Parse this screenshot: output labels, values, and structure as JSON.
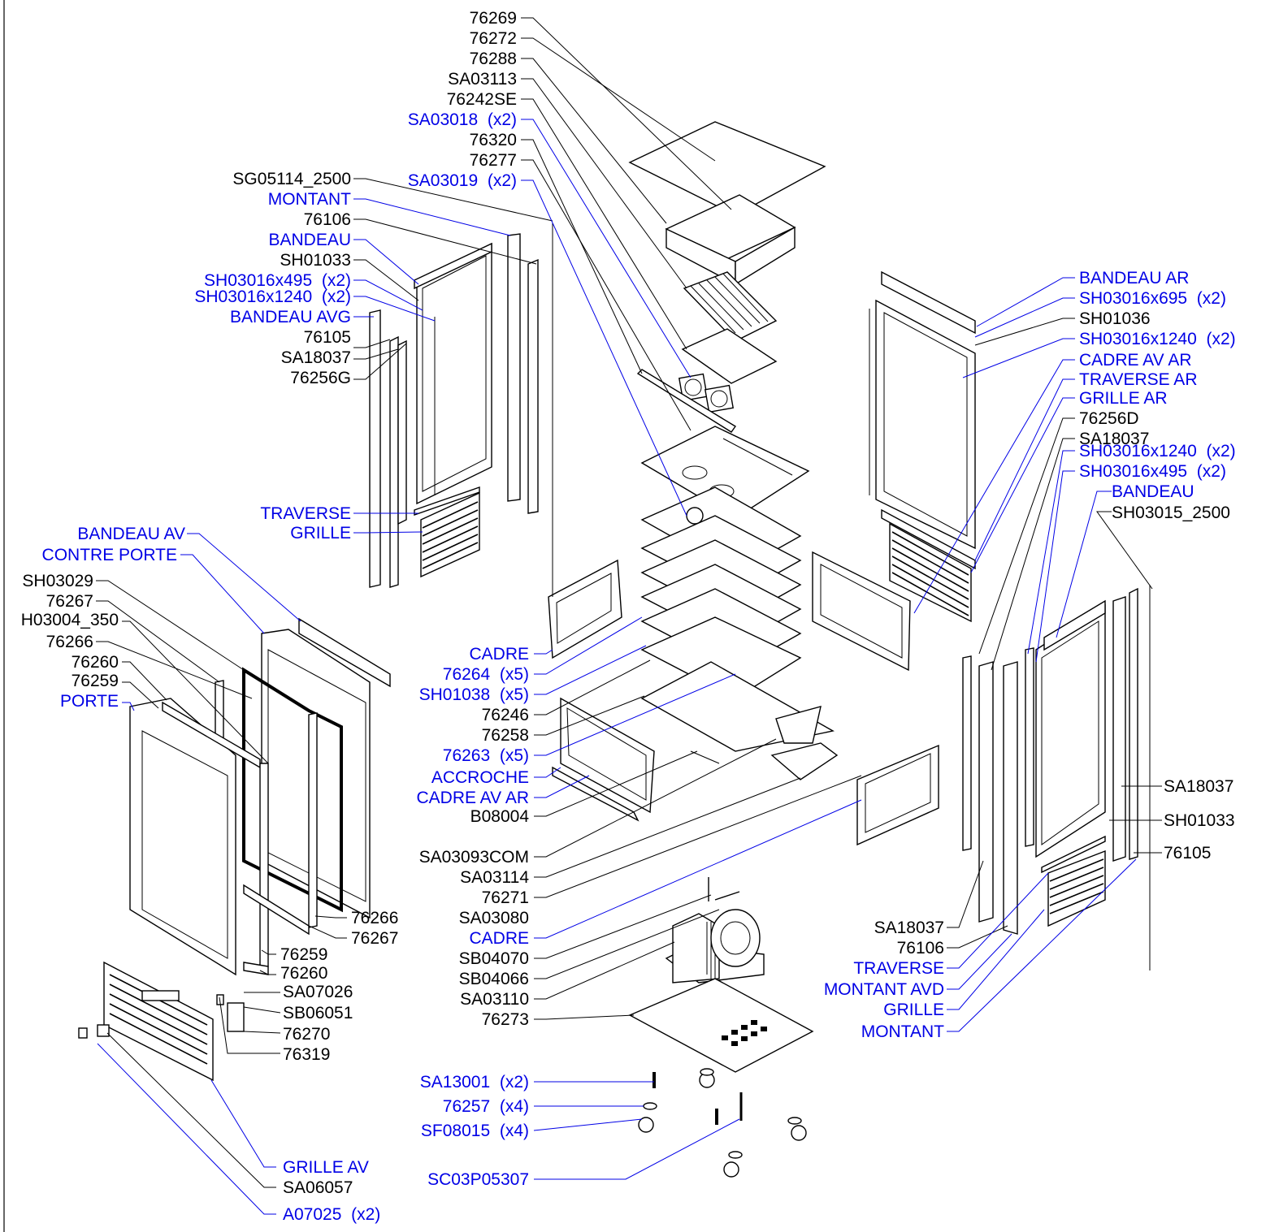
{
  "colors": {
    "black_label": "#000000",
    "blue_label": "#0000e6"
  },
  "labels": {
    "top": [
      "76269",
      "76272",
      "76288",
      "SA03113",
      "76242SE",
      "SA03018  (x2)",
      "76320",
      "76277",
      "SA03019  (x2)"
    ],
    "left": [
      "SG05114_2500",
      "MONTANT",
      "76106",
      "BANDEAU",
      "SH01033",
      "SH03016x495  (x2)",
      "SH03016x1240  (x2)",
      "BANDEAU AVG",
      "76105",
      "SA18037",
      "76256G",
      "TRAVERSE",
      "GRILLE"
    ],
    "door": [
      "BANDEAU AV",
      "CONTRE PORTE",
      "SH03029",
      "76267",
      "H03004_350",
      "76266",
      "76260",
      "76259",
      "PORTE"
    ],
    "door_right": [
      "76266",
      "76267",
      "76259",
      "76260",
      "SA07026",
      "SB06051",
      "76270",
      "76319"
    ],
    "center": [
      "CADRE",
      "76264  (x5)",
      "SH01038  (x5)",
      "76246",
      "76258",
      "76263  (x5)",
      "ACCROCHE",
      "CADRE AV AR",
      "B08004",
      "SA03093COM",
      "SA03114",
      "76271",
      "SA03080",
      "CADRE",
      "SB04070",
      "SB04066",
      "SA03110",
      "76273"
    ],
    "feet": [
      "SA13001  (x2)",
      "76257  (x4)",
      "SF08015  (x4)",
      "SC03P05307"
    ],
    "bottom_left": [
      "GRILLE AV",
      "SA06057",
      "A07025  (x2)"
    ],
    "right": [
      "BANDEAU AR",
      "SH03016x695  (x2)",
      "SH01036",
      "SH03016x1240  (x2)",
      "CADRE AV AR",
      "TRAVERSE AR",
      "GRILLE AR",
      "76256D",
      "SA18037",
      "SH03016x1240  (x2)",
      "SH03016x495  (x2)",
      "BANDEAU",
      "SH03015_2500"
    ],
    "right_mid": [
      "SA18037",
      "SH01033",
      "76105"
    ],
    "right_bottom": [
      "SA18037",
      "76106",
      "TRAVERSE",
      "MONTANT AVD",
      "GRILLE",
      "MONTANT"
    ]
  }
}
